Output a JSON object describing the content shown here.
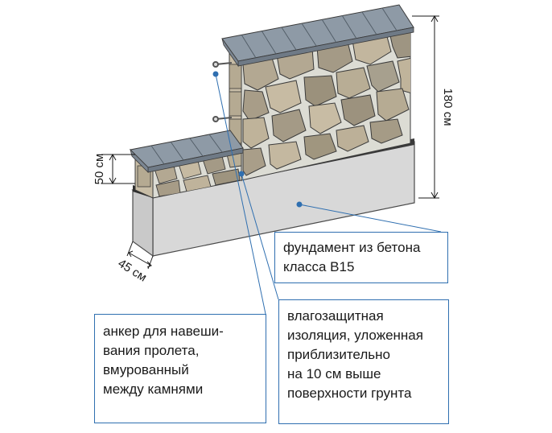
{
  "dimensions": {
    "height_tall": "180 см",
    "height_low": "50 см",
    "width": "45 см"
  },
  "callouts": {
    "foundation": [
      "фундамент из бетона",
      "класса В15"
    ],
    "anchor": [
      "анкер для навеши-",
      "вания пролета,",
      "вмурованный",
      "между камнями"
    ],
    "insulation": [
      "влагозащитная",
      "изоляция, уложенная",
      "приблизительно",
      "на 10 см выше",
      "поверхности грунта"
    ]
  },
  "colors": {
    "leader_line": "#2f6fb0",
    "roof": "#8e9aa6",
    "stone": "#b3a892",
    "mortar": "#dcdcd4",
    "foundation": "#d8d8d8"
  }
}
